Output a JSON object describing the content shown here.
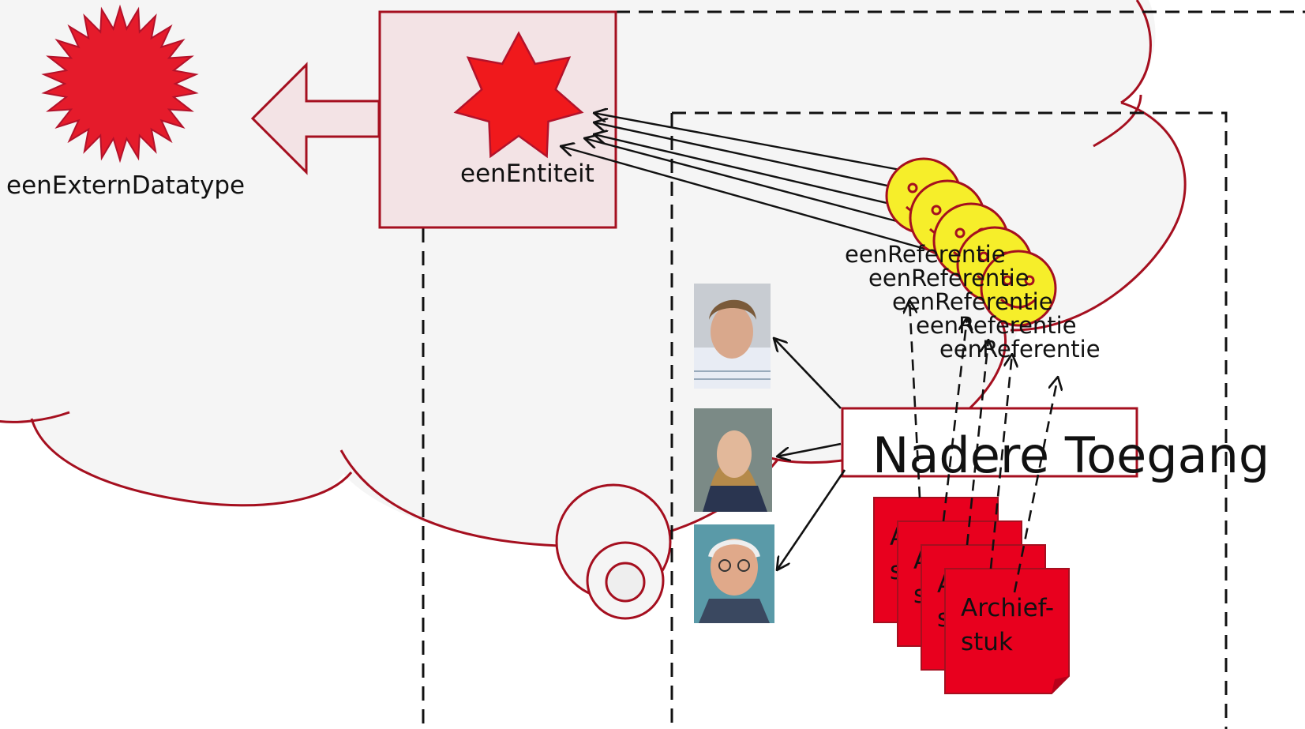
{
  "colors": {
    "cloud_stroke": "#a50f1f",
    "cloud_fill": "#f5f5f5",
    "box_fill": "#f3e3e5",
    "star_fill": "#e51b2b",
    "smiley_fill": "#f6ee2a",
    "doc_fill": "#e8001e"
  },
  "labels": {
    "extern_datatype": "eenExternDatatype",
    "entiteit": "eenEntiteit",
    "referentie": "eenReferentie",
    "nadere_toegang": "Nadere Toegang",
    "archiefstuk_line1": "Archief-",
    "archiefstuk_line2": "stuk"
  },
  "icons": {
    "extern_datatype": "burst-star-icon",
    "entiteit": "seven-point-star-icon",
    "referentie": "smiley-icon",
    "archiefstuk": "document-icon",
    "persons": "person-photo-icon"
  }
}
